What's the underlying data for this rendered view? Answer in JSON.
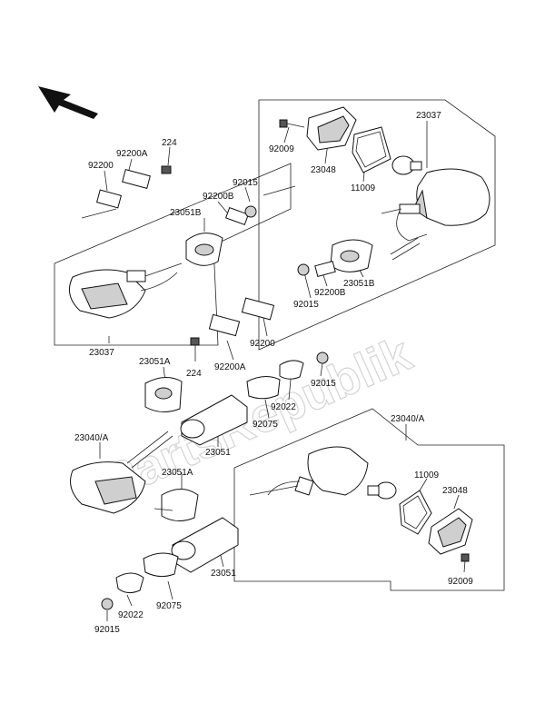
{
  "watermark": "PartsRepublik",
  "labels": {
    "l_23037_top": "23037",
    "l_92009_top": "92009",
    "l_23048_top": "23048",
    "l_11009_top": "11009",
    "l_92200A_top": "92200A",
    "l_224_top": "224",
    "l_92200_top": "92200",
    "l_92015_top": "92015",
    "l_92200B_top": "92200B",
    "l_23051B_left": "23051B",
    "l_23051B_right": "23051B",
    "l_92200B_right": "92200B",
    "l_92015_right": "92015",
    "l_23037_left": "23037",
    "l_92200_mid": "92200",
    "l_224_mid": "224",
    "l_92200A_mid": "92200A",
    "l_92015_mid": "92015",
    "l_23051A_mid": "23051A",
    "l_92022_mid": "92022",
    "l_92075_mid": "92075",
    "l_23051_mid": "23051",
    "l_23040A_left": "23040/A",
    "l_23040A_right": "23040/A",
    "l_23051A_low": "23051A",
    "l_11009_low": "11009",
    "l_23048_low": "23048",
    "l_23051_low": "23051",
    "l_92075_low": "92075",
    "l_92022_low": "92022",
    "l_92009_low": "92009",
    "l_92015_low": "92015"
  }
}
